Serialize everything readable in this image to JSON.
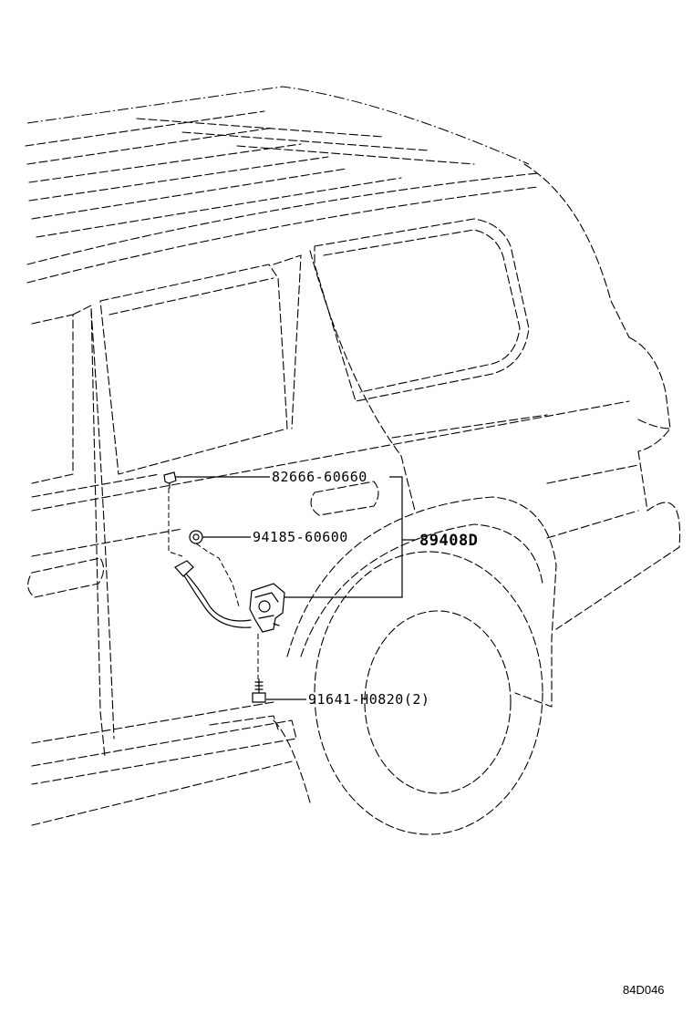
{
  "diagram": {
    "callouts": [
      {
        "id": "part-82666",
        "text": "82666-60660"
      },
      {
        "id": "part-94185",
        "text": "94185-60600"
      },
      {
        "id": "part-91641",
        "text": "91641-H0820(2)"
      }
    ],
    "assembly": {
      "text": "89408D"
    },
    "figure_code": "84D046"
  }
}
